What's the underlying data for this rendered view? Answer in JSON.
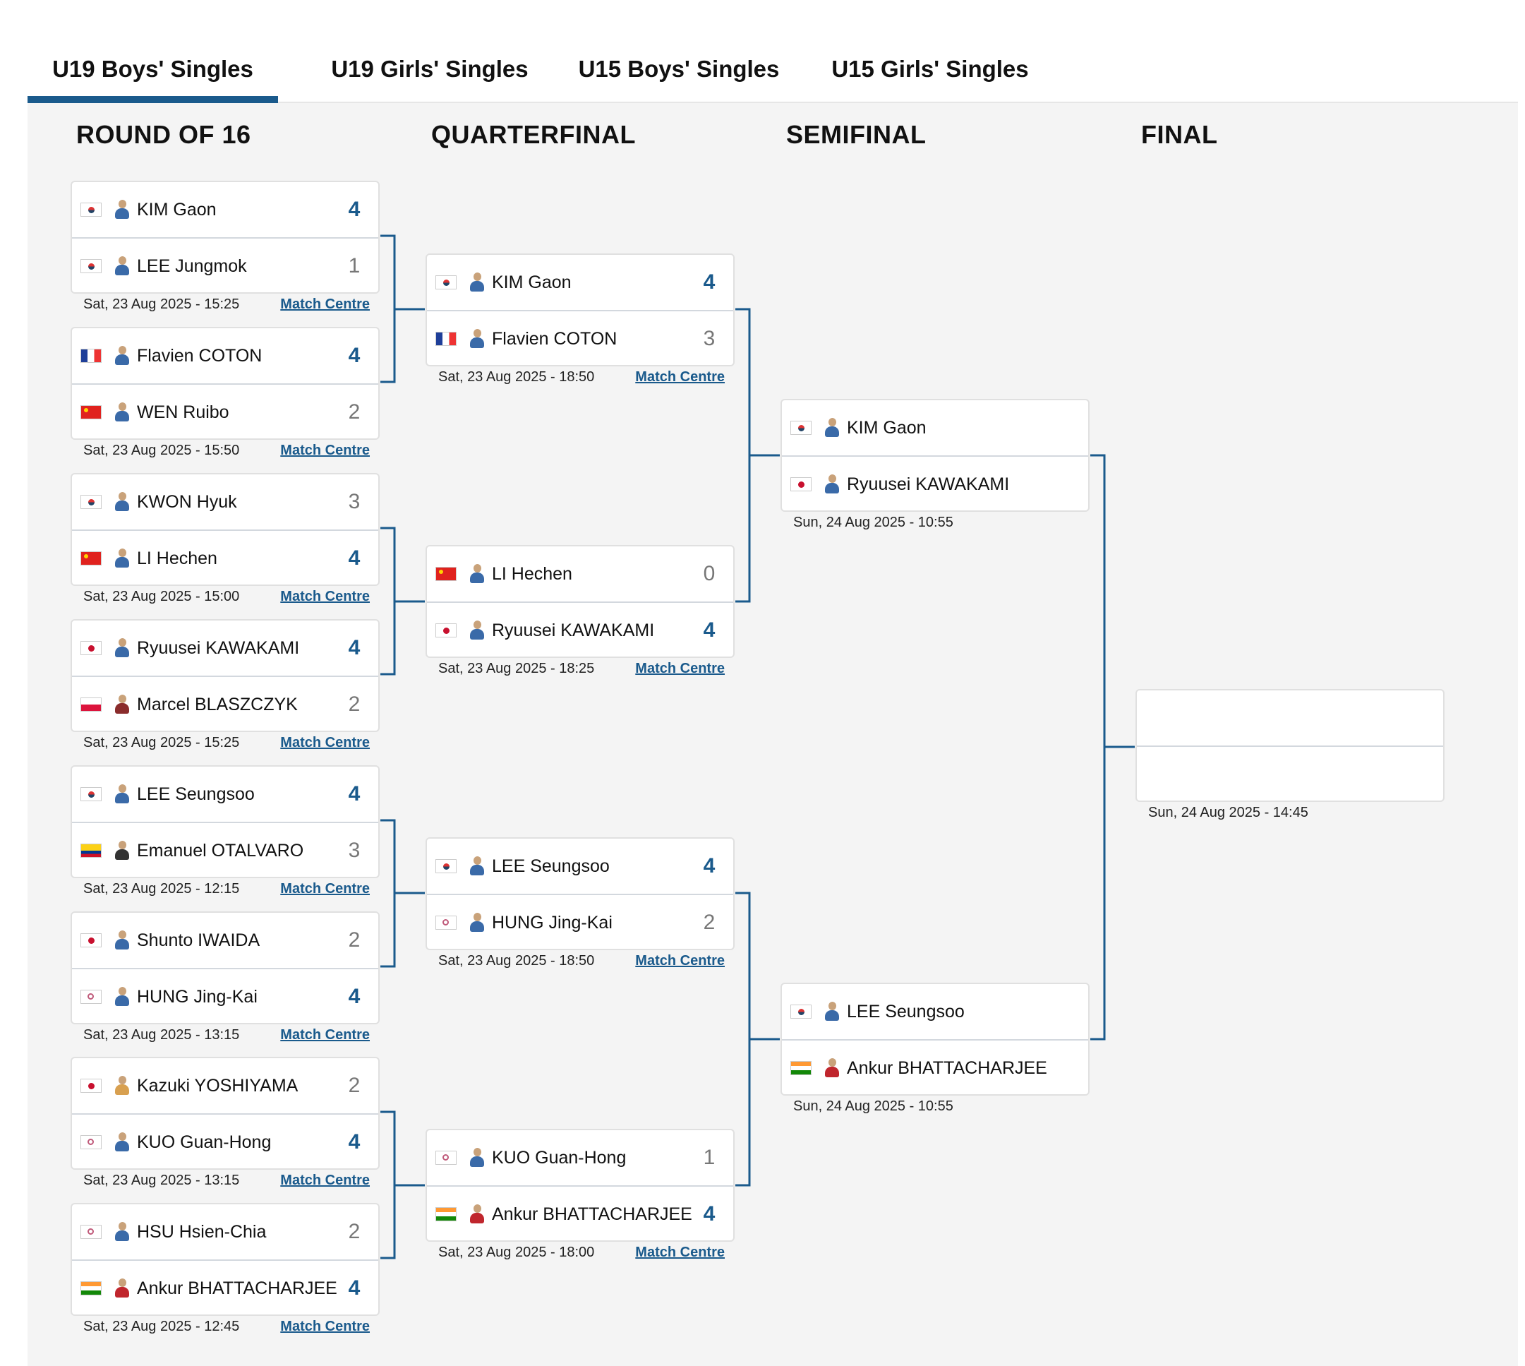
{
  "tabs": [
    {
      "label": "U19 Boys' Singles",
      "active": true
    },
    {
      "label": "U19 Girls' Singles",
      "active": false
    },
    {
      "label": "U15 Boys' Singles",
      "active": false
    },
    {
      "label": "U15 Girls' Singles",
      "active": false
    }
  ],
  "rounds": [
    "ROUND OF 16",
    "QUARTERFINAL",
    "SEMIFINAL",
    "FINAL"
  ],
  "match_centre_label": "Match Centre",
  "round_of_16": [
    {
      "p1": {
        "flag": "kor",
        "name": "KIM Gaon",
        "score": "4",
        "win": true
      },
      "p2": {
        "flag": "kor",
        "name": "LEE Jungmok",
        "score": "1",
        "win": false
      },
      "date": "Sat, 23 Aug 2025 - 15:25"
    },
    {
      "p1": {
        "flag": "fra",
        "name": "Flavien COTON",
        "score": "4",
        "win": true
      },
      "p2": {
        "flag": "chn",
        "name": "WEN Ruibo",
        "score": "2",
        "win": false
      },
      "date": "Sat, 23 Aug 2025 - 15:50"
    },
    {
      "p1": {
        "flag": "kor",
        "name": "KWON Hyuk",
        "score": "3",
        "win": false
      },
      "p2": {
        "flag": "chn",
        "name": "LI Hechen",
        "score": "4",
        "win": true
      },
      "date": "Sat, 23 Aug 2025 - 15:00"
    },
    {
      "p1": {
        "flag": "jpn",
        "name": "Ryuusei KAWAKAMI",
        "score": "4",
        "win": true
      },
      "p2": {
        "flag": "pol",
        "name": "Marcel BLASZCZYK",
        "score": "2",
        "win": false
      },
      "date": "Sat, 23 Aug 2025 - 15:25"
    },
    {
      "p1": {
        "flag": "kor",
        "name": "LEE Seungsoo",
        "score": "4",
        "win": true
      },
      "p2": {
        "flag": "col",
        "name": "Emanuel OTALVARO",
        "score": "3",
        "win": false
      },
      "date": "Sat, 23 Aug 2025 - 12:15"
    },
    {
      "p1": {
        "flag": "jpn",
        "name": "Shunto IWAIDA",
        "score": "2",
        "win": false
      },
      "p2": {
        "flag": "tpe",
        "name": "HUNG Jing-Kai",
        "score": "4",
        "win": true
      },
      "date": "Sat, 23 Aug 2025 - 13:15"
    },
    {
      "p1": {
        "flag": "jpn",
        "name": "Kazuki YOSHIYAMA",
        "score": "2",
        "win": false
      },
      "p2": {
        "flag": "tpe",
        "name": "KUO Guan-Hong",
        "score": "4",
        "win": true
      },
      "date": "Sat, 23 Aug 2025 - 13:15"
    },
    {
      "p1": {
        "flag": "tpe",
        "name": "HSU Hsien-Chia",
        "score": "2",
        "win": false
      },
      "p2": {
        "flag": "ind",
        "name": "Ankur BHATTACHARJEE",
        "score": "4",
        "win": true
      },
      "date": "Sat, 23 Aug 2025 - 12:45"
    }
  ],
  "quarterfinal": [
    {
      "p1": {
        "flag": "kor",
        "name": "KIM Gaon",
        "score": "4",
        "win": true
      },
      "p2": {
        "flag": "fra",
        "name": "Flavien COTON",
        "score": "3",
        "win": false
      },
      "date": "Sat, 23 Aug 2025 - 18:50"
    },
    {
      "p1": {
        "flag": "chn",
        "name": "LI Hechen",
        "score": "0",
        "win": false
      },
      "p2": {
        "flag": "jpn",
        "name": "Ryuusei KAWAKAMI",
        "score": "4",
        "win": true
      },
      "date": "Sat, 23 Aug 2025 - 18:25"
    },
    {
      "p1": {
        "flag": "kor",
        "name": "LEE Seungsoo",
        "score": "4",
        "win": true
      },
      "p2": {
        "flag": "tpe",
        "name": "HUNG Jing-Kai",
        "score": "2",
        "win": false
      },
      "date": "Sat, 23 Aug 2025 - 18:50"
    },
    {
      "p1": {
        "flag": "tpe",
        "name": "KUO Guan-Hong",
        "score": "1",
        "win": false
      },
      "p2": {
        "flag": "ind",
        "name": "Ankur BHATTACHARJEE",
        "score": "4",
        "win": true
      },
      "date": "Sat, 23 Aug 2025 - 18:00"
    }
  ],
  "semifinal": [
    {
      "p1": {
        "flag": "kor",
        "name": "KIM Gaon",
        "score": "",
        "win": false
      },
      "p2": {
        "flag": "jpn",
        "name": "Ryuusei KAWAKAMI",
        "score": "",
        "win": false
      },
      "date": "Sun, 24 Aug 2025 - 10:55"
    },
    {
      "p1": {
        "flag": "kor",
        "name": "LEE Seungsoo",
        "score": "",
        "win": false
      },
      "p2": {
        "flag": "ind",
        "name": "Ankur BHATTACHARJEE",
        "score": "",
        "win": false
      },
      "date": "Sun, 24 Aug 2025 - 10:55"
    }
  ],
  "final": {
    "date": "Sun, 24 Aug 2025 - 14:45"
  },
  "colors": {
    "accent": "#1a5a8c",
    "board": "#f4f4f4"
  }
}
